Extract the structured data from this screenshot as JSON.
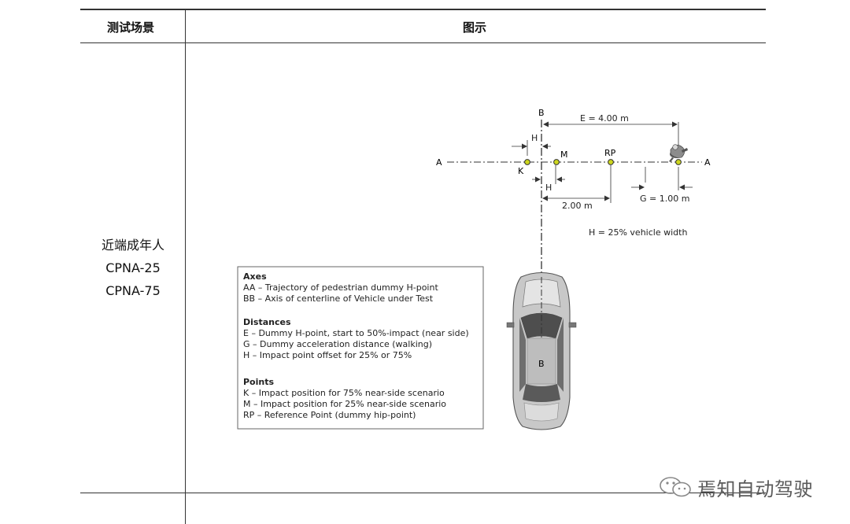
{
  "table": {
    "headers": {
      "scenario": "测试场景",
      "figure": "图示"
    },
    "row": {
      "line1": "近端成年人",
      "line2": "CPNA-25",
      "line3": "CPNA-75"
    }
  },
  "diagram": {
    "axis_a_left": "A",
    "axis_a_right": "A",
    "axis_b_top": "B",
    "axis_b_car": "B",
    "label_e": "E = 4.00 m",
    "label_h_top": "H",
    "label_h_bottom": "H",
    "label_2m": "2.00 m",
    "label_g": "G = 1.00 m",
    "label_h_def": "H = 25% vehicle width",
    "point_k": "K",
    "point_m": "M",
    "point_rp": "RP",
    "colors": {
      "point_fill": "#cdd61e",
      "line": "#333333",
      "car_body": "#c8c8c8"
    }
  },
  "legend": {
    "axes_title": "Axes",
    "axes_items": [
      "AA – Trajectory of pedestrian dummy H-point",
      "BB – Axis of centerline of Vehicle under Test"
    ],
    "distances_title": "Distances",
    "distances_items": [
      "E – Dummy H-point, start to 50%-impact (near side)",
      "G – Dummy acceleration distance (walking)",
      "H – Impact point offset for 25% or 75%"
    ],
    "points_title": "Points",
    "points_items": [
      "K – Impact position for 75% near-side scenario",
      "M – Impact position for 25% near-side scenario",
      "RP – Reference Point (dummy hip-point)"
    ]
  },
  "watermark": {
    "text": "焉知自动驾驶",
    "icon": "wechat-icon"
  }
}
